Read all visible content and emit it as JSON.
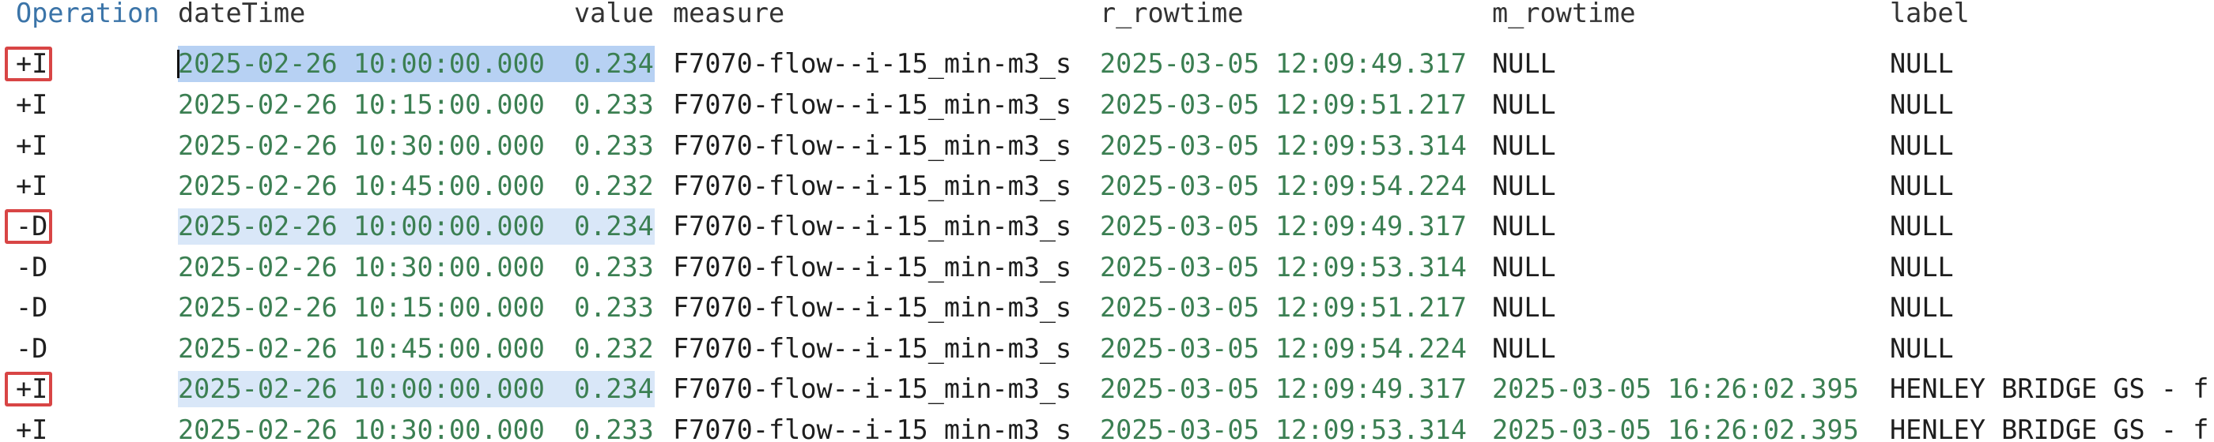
{
  "columns": {
    "operation": "Operation",
    "datetime": "dateTime",
    "value": "value",
    "measure": "measure",
    "r_rowtime": "r_rowtime",
    "m_rowtime": "m_rowtime",
    "label": "label"
  },
  "rows": [
    {
      "op": "+I",
      "datetime": "2025-02-26 10:00:00.000",
      "value": "0.234",
      "measure": "F7070-flow--i-15_min-m3_s",
      "r_rowtime": "2025-03-05 12:09:49.317",
      "m_rowtime": "NULL",
      "label": "NULL"
    },
    {
      "op": "+I",
      "datetime": "2025-02-26 10:15:00.000",
      "value": "0.233",
      "measure": "F7070-flow--i-15_min-m3_s",
      "r_rowtime": "2025-03-05 12:09:51.217",
      "m_rowtime": "NULL",
      "label": "NULL"
    },
    {
      "op": "+I",
      "datetime": "2025-02-26 10:30:00.000",
      "value": "0.233",
      "measure": "F7070-flow--i-15_min-m3_s",
      "r_rowtime": "2025-03-05 12:09:53.314",
      "m_rowtime": "NULL",
      "label": "NULL"
    },
    {
      "op": "+I",
      "datetime": "2025-02-26 10:45:00.000",
      "value": "0.232",
      "measure": "F7070-flow--i-15_min-m3_s",
      "r_rowtime": "2025-03-05 12:09:54.224",
      "m_rowtime": "NULL",
      "label": "NULL"
    },
    {
      "op": "-D",
      "datetime": "2025-02-26 10:00:00.000",
      "value": "0.234",
      "measure": "F7070-flow--i-15_min-m3_s",
      "r_rowtime": "2025-03-05 12:09:49.317",
      "m_rowtime": "NULL",
      "label": "NULL"
    },
    {
      "op": "-D",
      "datetime": "2025-02-26 10:30:00.000",
      "value": "0.233",
      "measure": "F7070-flow--i-15_min-m3_s",
      "r_rowtime": "2025-03-05 12:09:53.314",
      "m_rowtime": "NULL",
      "label": "NULL"
    },
    {
      "op": "-D",
      "datetime": "2025-02-26 10:15:00.000",
      "value": "0.233",
      "measure": "F7070-flow--i-15_min-m3_s",
      "r_rowtime": "2025-03-05 12:09:51.217",
      "m_rowtime": "NULL",
      "label": "NULL"
    },
    {
      "op": "-D",
      "datetime": "2025-02-26 10:45:00.000",
      "value": "0.232",
      "measure": "F7070-flow--i-15_min-m3_s",
      "r_rowtime": "2025-03-05 12:09:54.224",
      "m_rowtime": "NULL",
      "label": "NULL"
    },
    {
      "op": "+I",
      "datetime": "2025-02-26 10:00:00.000",
      "value": "0.234",
      "measure": "F7070-flow--i-15_min-m3_s",
      "r_rowtime": "2025-03-05 12:09:49.317",
      "m_rowtime": "2025-03-05 16:26:02.395",
      "label": "HENLEY BRIDGE GS - f"
    },
    {
      "op": "+I",
      "datetime": "2025-02-26 10:30:00.000",
      "value": "0.233",
      "measure": "F7070-flow--i-15 min-m3 s",
      "r_rowtime": "2025-03-05 12:09:53.314",
      "m_rowtime": "2025-03-05 16:26:02.395",
      "label": "HENLEY BRIDGE GS - f"
    }
  ],
  "colors": {
    "header_operation": "#3b74a8",
    "timestamp_green": "#3b7f52",
    "selection_strong": "#b7d1f3",
    "selection_soft": "#d9e7f8",
    "annotation_red": "#d84545"
  }
}
